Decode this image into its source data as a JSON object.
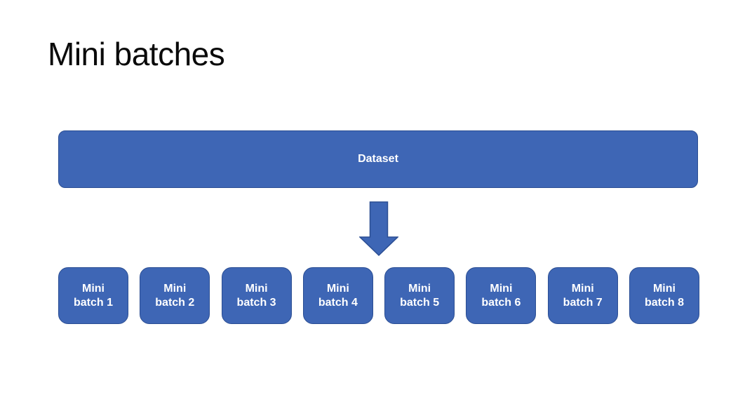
{
  "colors": {
    "bg": "#ffffff",
    "shape_fill": "#3e66b5",
    "shape_border": "#2b4e93",
    "text_on_shape": "#ffffff",
    "title_color": "#0a0a0a"
  },
  "slide": {
    "title": "Mini batches",
    "dataset_box": {
      "label": "Dataset"
    },
    "arrow": {
      "icon": "down-arrow-icon",
      "direction": "down"
    },
    "mini_batches": [
      {
        "line1": "Mini",
        "line2": "batch 1"
      },
      {
        "line1": "Mini",
        "line2": "batch 2"
      },
      {
        "line1": "Mini",
        "line2": "batch 3"
      },
      {
        "line1": "Mini",
        "line2": "batch 4"
      },
      {
        "line1": "Mini",
        "line2": "batch 5"
      },
      {
        "line1": "Mini",
        "line2": "batch 6"
      },
      {
        "line1": "Mini",
        "line2": "batch 7"
      },
      {
        "line1": "Mini",
        "line2": "batch 8"
      }
    ]
  }
}
